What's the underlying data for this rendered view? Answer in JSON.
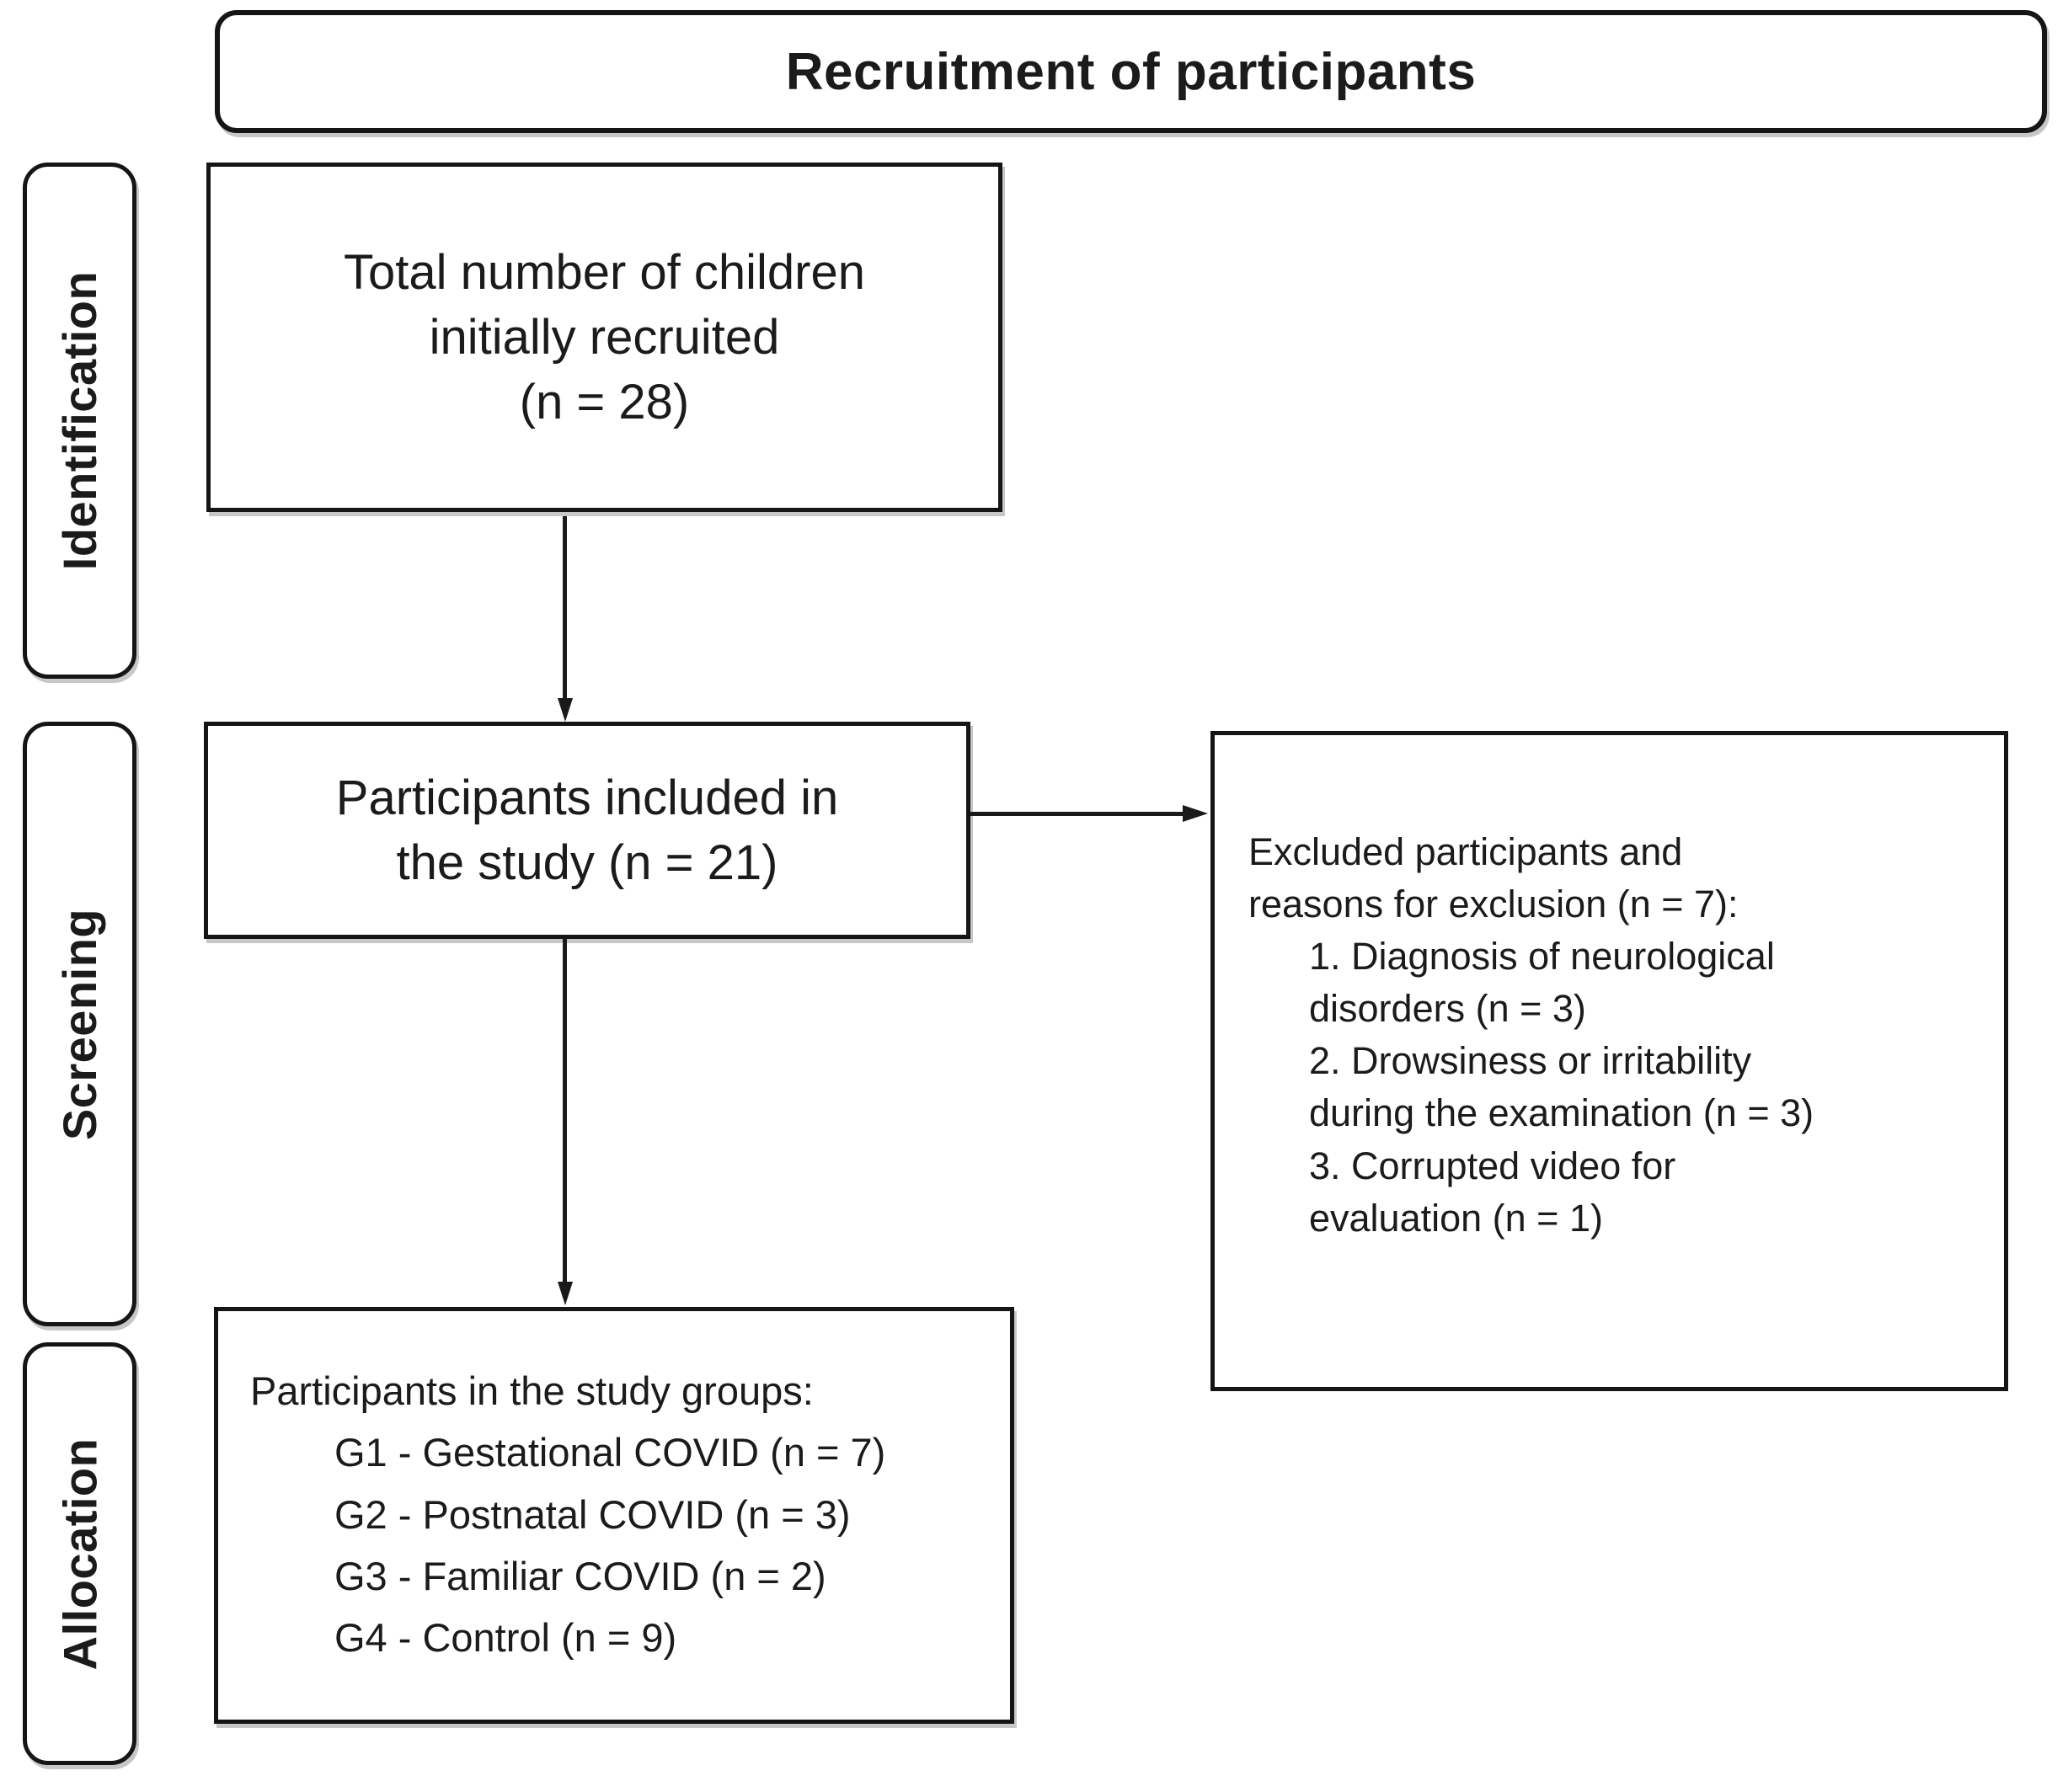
{
  "title": "Recruitment of participants",
  "stages": {
    "identification": "Identification",
    "screening": "Screening",
    "allocation": "Allocation"
  },
  "recruited_box": {
    "text": "Total number of children\ninitially recruited\n(n = 28)"
  },
  "included_box": {
    "text": "Participants included in\nthe study (n = 21)"
  },
  "excluded_box": {
    "intro": "Excluded participants and\nreasons for exclusion (n = 7):",
    "items": [
      "1. Diagnosis of neurological\ndisorders (n = 3)",
      "2. Drowsiness or irritability\nduring the examination (n = 3)",
      "3. Corrupted video for\nevaluation (n = 1)"
    ]
  },
  "groups_box": {
    "heading": "Participants in the study groups:",
    "groups": [
      "G1 - Gestational COVID (n = 7)",
      "G2 - Postnatal COVID (n = 3)",
      "G3 - Familiar COVID (n = 2)",
      "G4 - Control (n = 9)"
    ]
  }
}
